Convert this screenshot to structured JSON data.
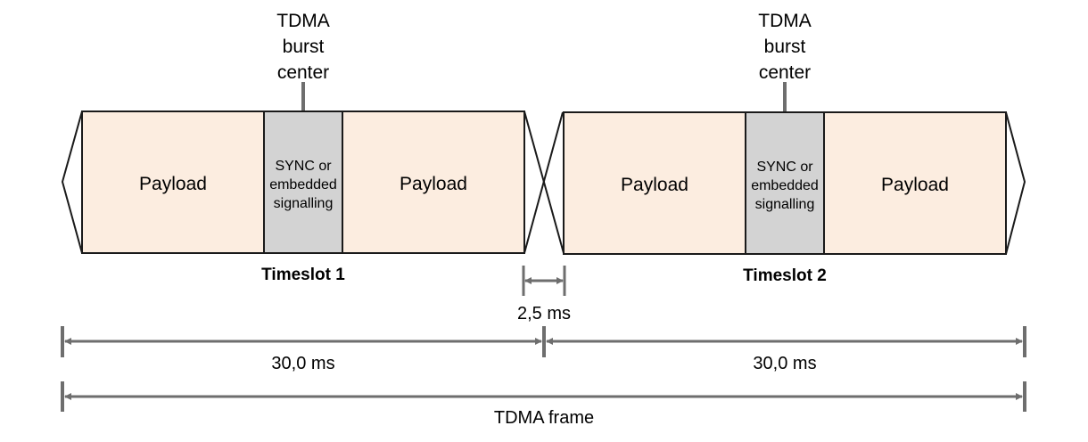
{
  "diagram": {
    "colors": {
      "payload_fill": "#fcede0",
      "sync_fill": "#d3d3d3",
      "outline": "#1a1a1a",
      "dimension_line": "#6e6e6e"
    },
    "timeslots": [
      {
        "label": "Timeslot 1",
        "burst_center_label": [
          "TDMA",
          "burst",
          "center"
        ],
        "left_payload": "Payload",
        "sync_label": [
          "SYNC or",
          "embedded",
          "signalling"
        ],
        "right_payload": "Payload"
      },
      {
        "label": "Timeslot 2",
        "burst_center_label": [
          "TDMA",
          "burst",
          "center"
        ],
        "left_payload": "Payload",
        "sync_label": [
          "SYNC or",
          "embedded",
          "signalling"
        ],
        "right_payload": "Payload"
      }
    ],
    "guard_interval": "2,5 ms",
    "slot_durations": [
      "30,0 ms",
      "30,0 ms"
    ],
    "frame_label": "TDMA frame"
  }
}
